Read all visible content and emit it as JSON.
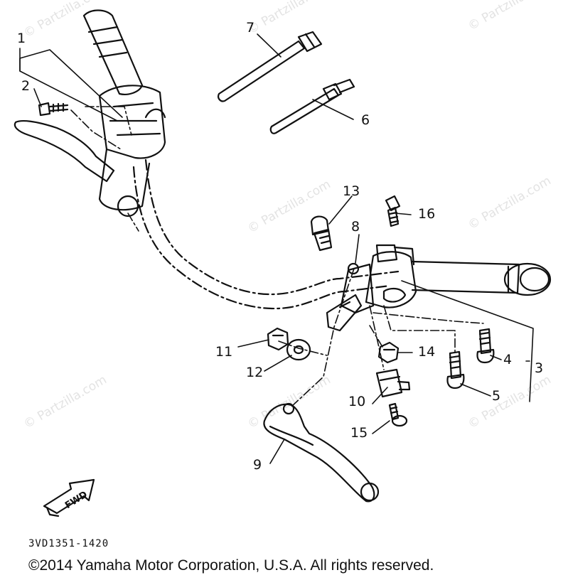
{
  "watermark_text": "© Partzilla.com",
  "callouts": {
    "c1": "1",
    "c2": "2",
    "c3": "3",
    "c4": "4",
    "c5": "5",
    "c6": "6",
    "c7": "7",
    "c8": "8",
    "c9": "9",
    "c10": "10",
    "c11": "11",
    "c12": "12",
    "c13": "13",
    "c14": "14",
    "c15": "15",
    "c16": "16"
  },
  "fwd_label": "FWD",
  "part_code": "3VD1351-1420",
  "copyright": "©2014  Yamaha Motor Corporation, U.S.A. All rights reserved."
}
